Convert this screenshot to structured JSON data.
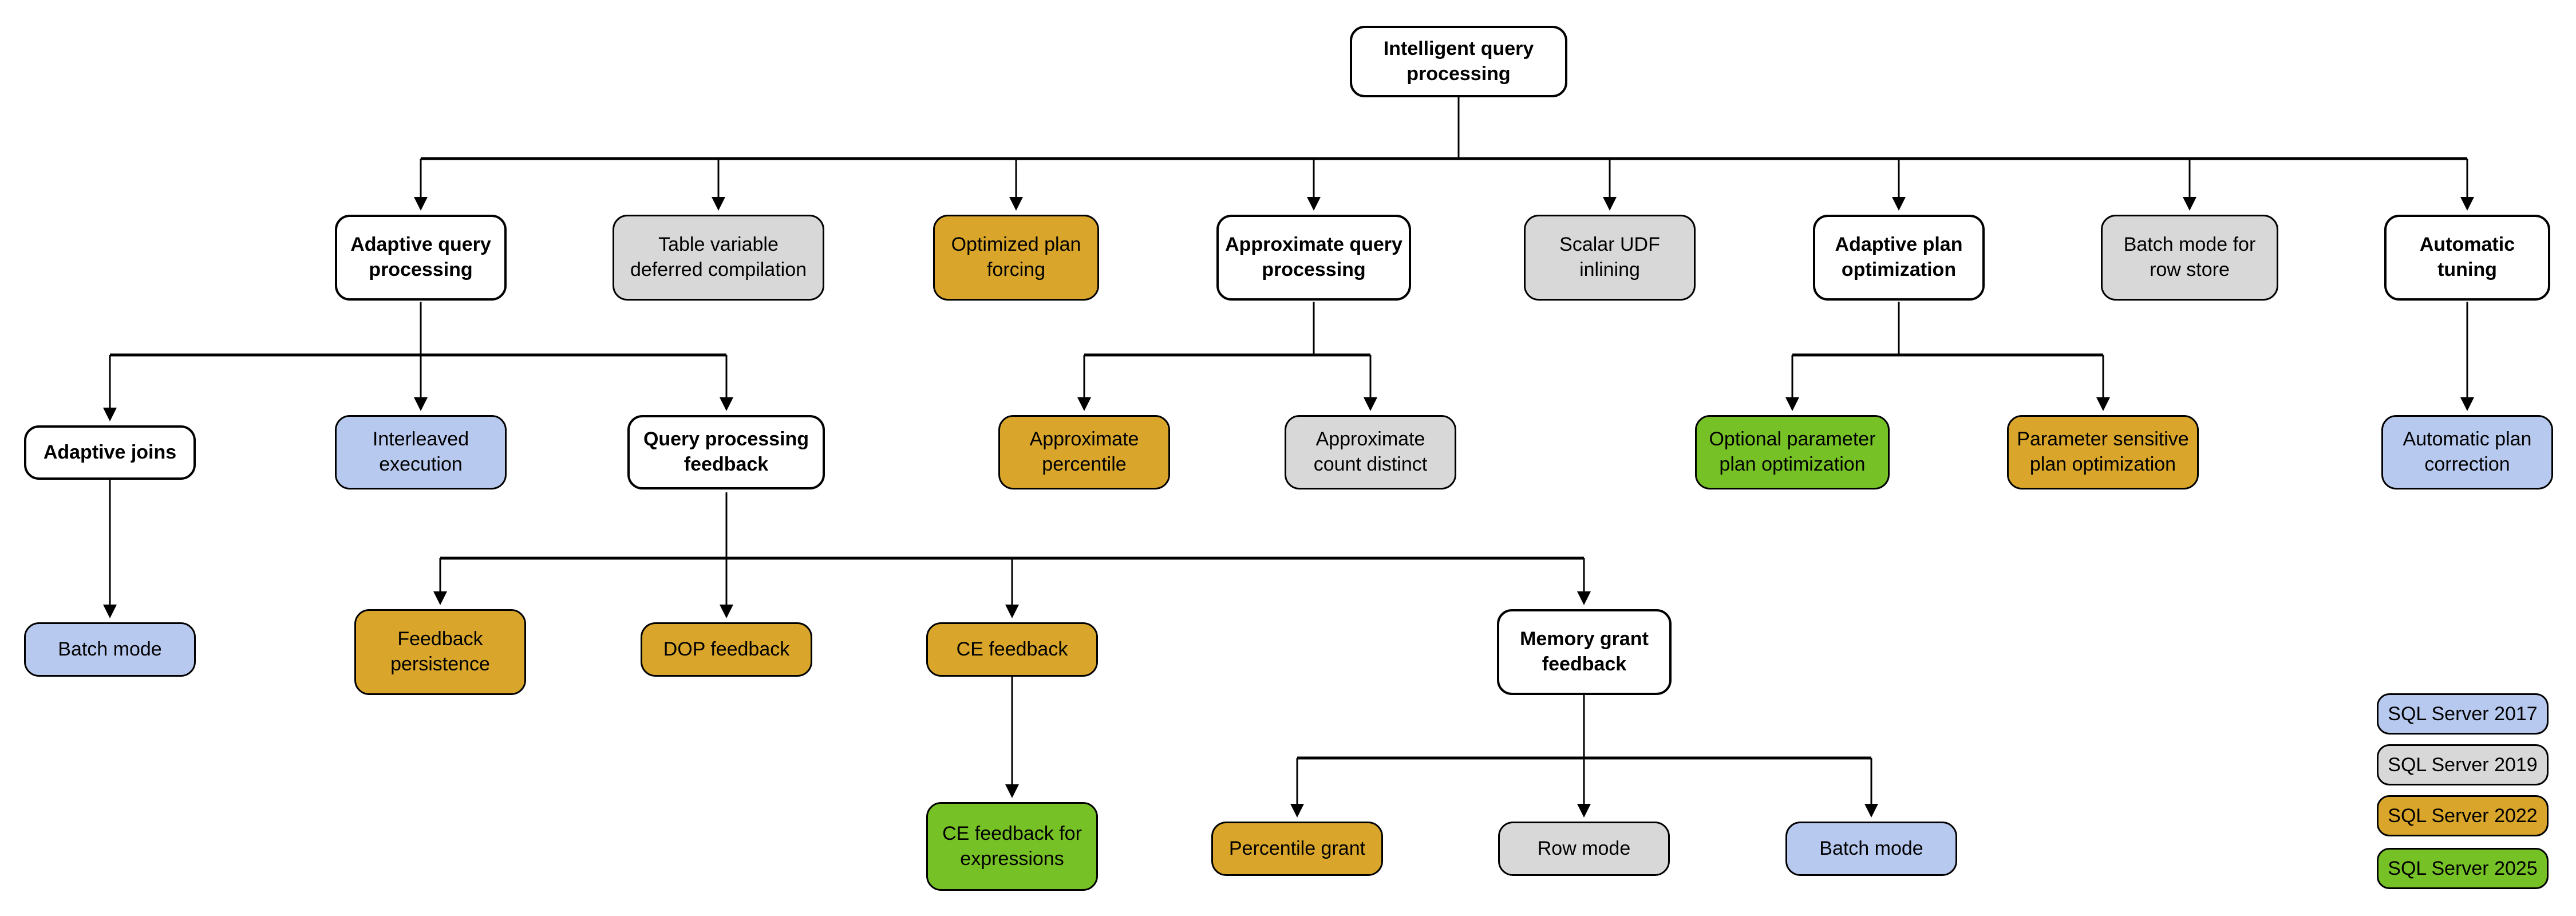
{
  "diagram": {
    "title": "Intelligent query processing",
    "nodes": [
      {
        "label": "Intelligent query processing",
        "version": "category"
      },
      {
        "label": "Adaptive query processing",
        "version": "category"
      },
      {
        "label": "Table variable deferred compilation",
        "version": "2019"
      },
      {
        "label": "Optimized plan forcing",
        "version": "2022"
      },
      {
        "label": "Approximate query processing",
        "version": "category"
      },
      {
        "label": "Scalar UDF inlining",
        "version": "2019"
      },
      {
        "label": "Adaptive plan optimization",
        "version": "category"
      },
      {
        "label": "Batch mode for row store",
        "version": "2019"
      },
      {
        "label": "Automatic tuning",
        "version": "category"
      },
      {
        "label": "Adaptive joins",
        "version": "category"
      },
      {
        "label": "Interleaved execution",
        "version": "2017"
      },
      {
        "label": "Query processing feedback",
        "version": "category"
      },
      {
        "label": "Approximate percentile",
        "version": "2022"
      },
      {
        "label": "Approximate count distinct",
        "version": "2019"
      },
      {
        "label": "Optional parameter plan optimization",
        "version": "2025"
      },
      {
        "label": "Parameter sensitive plan optimization",
        "version": "2022"
      },
      {
        "label": "Automatic plan correction",
        "version": "2017"
      },
      {
        "label": "Batch mode",
        "version": "2017"
      },
      {
        "label": "Feedback persistence",
        "version": "2022"
      },
      {
        "label": "DOP feedback",
        "version": "2022"
      },
      {
        "label": "CE feedback",
        "version": "2022"
      },
      {
        "label": "Memory grant feedback",
        "version": "category"
      },
      {
        "label": "CE feedback for expressions",
        "version": "2025"
      },
      {
        "label": "Percentile grant",
        "version": "2022"
      },
      {
        "label": "Row mode",
        "version": "2019"
      },
      {
        "label": "Batch mode",
        "version": "2017"
      }
    ]
  },
  "legend": {
    "items": [
      {
        "label": "SQL Server 2017",
        "version": "2017"
      },
      {
        "label": "SQL Server 2019",
        "version": "2019"
      },
      {
        "label": "SQL Server 2022",
        "version": "2022"
      },
      {
        "label": "SQL Server 2025",
        "version": "2025"
      }
    ]
  },
  "palette": {
    "2017": "#b8c9f0",
    "2019": "#d8d8d8",
    "2022": "#d9a62b",
    "2025": "#76c226",
    "category": "#ffffff",
    "line": "#000000"
  }
}
